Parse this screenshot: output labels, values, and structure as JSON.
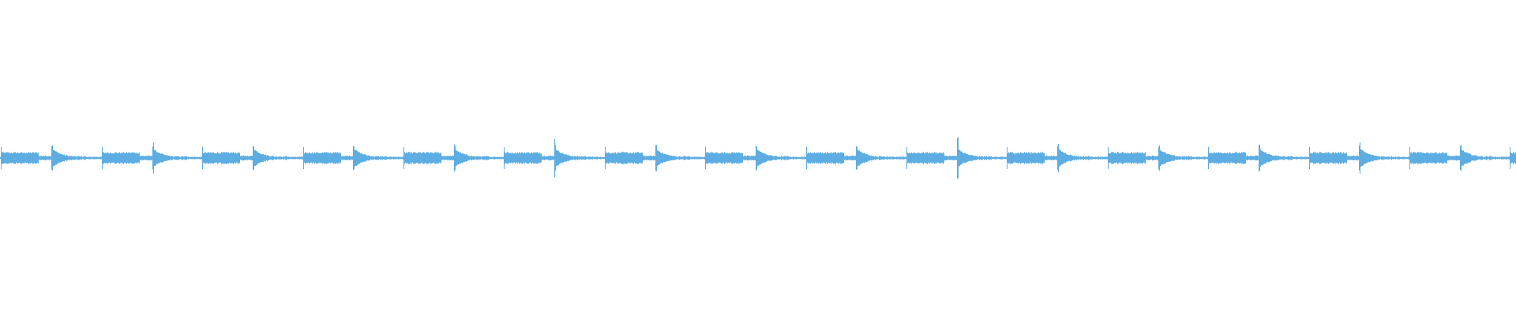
{
  "waveform": {
    "color": "#5dade2",
    "background": "#ffffff",
    "hit_count": 31,
    "phrase_length": 4,
    "accent_every": 4
  }
}
